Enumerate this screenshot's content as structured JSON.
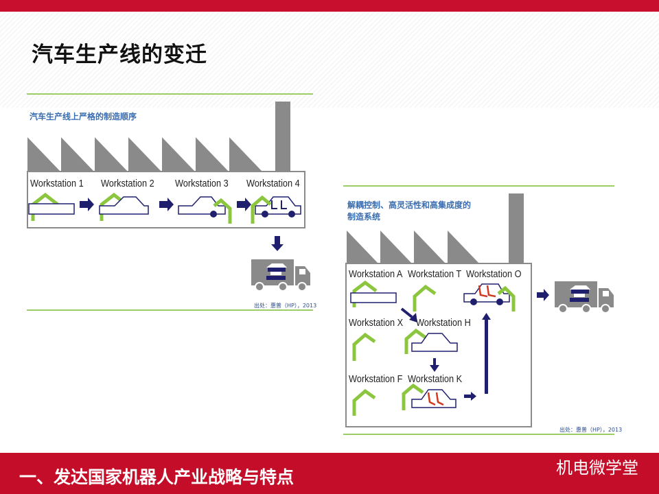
{
  "slide": {
    "title": "汽车生产线的变迁",
    "footer": "一、发达国家机器人产业战略与特点",
    "brand": "机电微学堂"
  },
  "left_panel": {
    "subtitle": "汽车生产线上严格的制造顺序",
    "stations": [
      "Workstation 1",
      "Workstation 2",
      "Workstation 3",
      "Workstation 4"
    ],
    "source": "出处：惠普（HP），2013"
  },
  "right_panel": {
    "subtitle_line1": "解耦控制、高灵活性和高集成度的",
    "subtitle_line2": "制造系统",
    "stations": [
      "Workstation A",
      "Workstation T",
      "Workstation O",
      "Workstation X",
      "Workstation H",
      "Workstation F",
      "Workstation K"
    ],
    "source": "出处：惠普（HP），2013"
  },
  "colors": {
    "accent_red": "#c40e29",
    "robot_green": "#8cc63f",
    "arrow_navy": "#1f1f6e",
    "factory_gray": "#8a8a8a",
    "rule_green": "#9ccc65"
  }
}
